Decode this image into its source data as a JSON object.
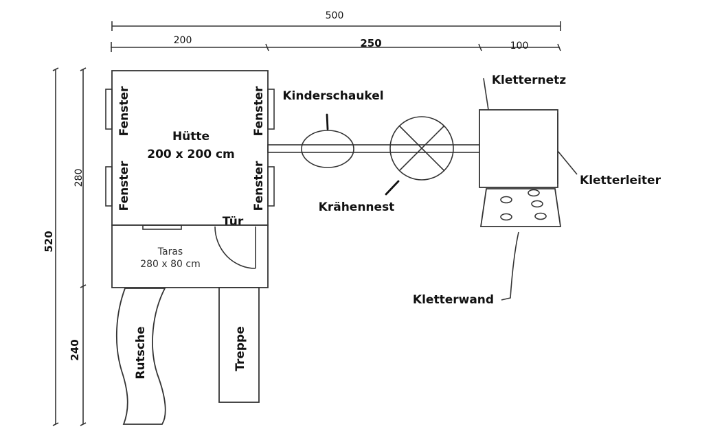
{
  "dimensions": {
    "total_width": "500",
    "hut_width": "200",
    "swing_span": "250",
    "net_span": "100",
    "total_height": "520",
    "upper_height": "280",
    "lower_height": "240"
  },
  "labels": {
    "window": "Fenster",
    "hut_title": "Hütte",
    "hut_size": "200 x 200 cm",
    "door": "Tür",
    "terrace_title": "Taras",
    "terrace_size": "280 x 80 cm",
    "slide": "Rutsche",
    "stairs": "Treppe",
    "swing": "Kinderschaukel",
    "crows_nest": "Krähennest",
    "climbing_net": "Kletternetz",
    "climbing_ladder": "Kletterleiter",
    "climbing_wall": "Kletterwand"
  },
  "colors": {
    "line": "#333333",
    "text": "#111111",
    "background": "#ffffff"
  }
}
